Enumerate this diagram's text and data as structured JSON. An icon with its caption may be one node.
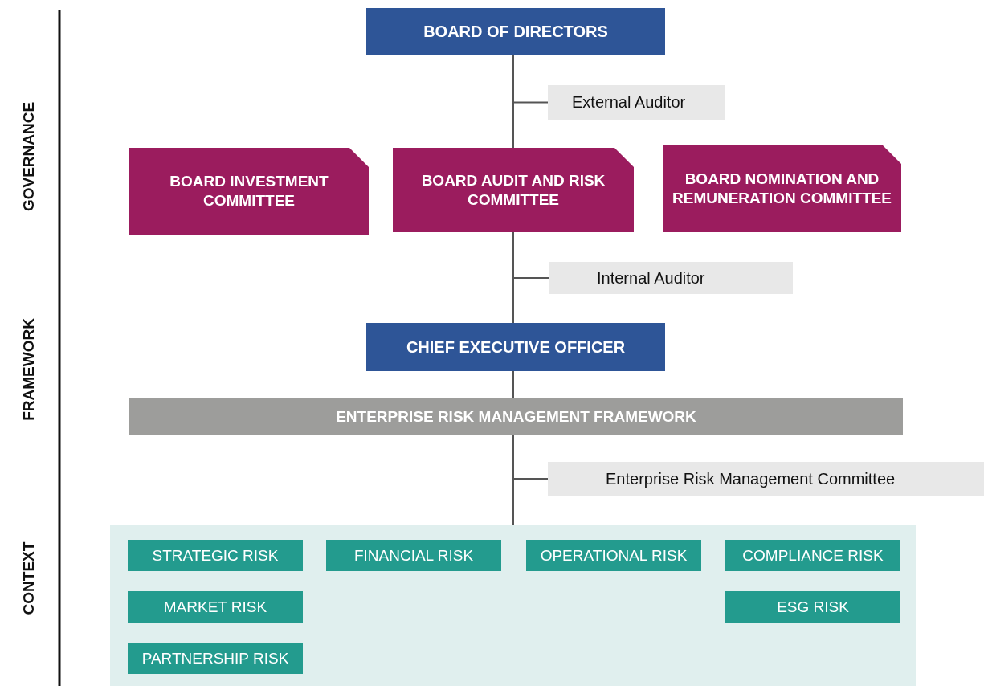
{
  "diagram": {
    "nodes": [
      {
        "text": [
          "BOARD OF DIRECTORS"
        ]
      },
      {
        "text": [
          "External Auditor"
        ]
      },
      {
        "text": [
          "BOARD INVESTMENT COMMITTEE"
        ]
      },
      {
        "text": [
          "BOARD AUDIT AND RISK COMMITTEE"
        ]
      },
      {
        "text": [
          "BOARD NOMINATION AND REMUNERATION COMMITTEE"
        ]
      },
      {
        "text": [
          "Internal Auditor"
        ]
      },
      {
        "text": [
          "CHIEF EXECUTIVE OFFICER"
        ]
      },
      {
        "text": [
          "ENTERPRISE RISK MANAGEMENT FRAMEWORK"
        ]
      },
      {
        "text": [
          "Enterprise Risk Management Committee"
        ]
      },
      {
        "text": [],
        "shape": "box"
      },
      {
        "text": [
          "STRATEGIC RISK"
        ],
        "in": 9
      },
      {
        "text": [
          "FINANCIAL RISK"
        ],
        "in": 9
      },
      {
        "text": [
          "OPERATIONAL RISK"
        ],
        "in": 9
      },
      {
        "text": [
          "COMPLIANCE RISK"
        ],
        "in": 9
      },
      {
        "text": [
          "MARKET RISK"
        ],
        "in": 9
      },
      {
        "text": [
          "ESG RISK"
        ],
        "in": 9
      },
      {
        "text": [
          "PARTNERSHIP RISK"
        ],
        "in": 9
      }
    ],
    "edges": [
      {
        "from": 0,
        "to": 3,
        "arrow": "none"
      },
      {
        "from": 0,
        "to": 1,
        "arrow": "none"
      },
      {
        "from": 3,
        "to": 6,
        "arrow": "none"
      },
      {
        "from": 3,
        "to": 5,
        "arrow": "none"
      },
      {
        "from": 6,
        "to": 7,
        "arrow": "none"
      },
      {
        "from": 7,
        "to": 9,
        "arrow": "none"
      },
      {
        "from": 7,
        "to": 8,
        "arrow": "none"
      }
    ],
    "labels": [
      "GOVERNANCE",
      "FRAMEWORK",
      "CONTEXT"
    ]
  }
}
